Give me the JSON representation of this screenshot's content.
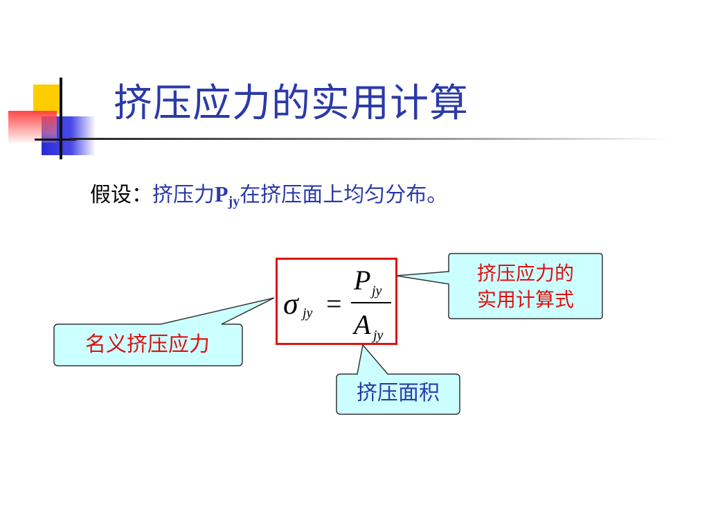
{
  "slide": {
    "title": "挤压应力的实用计算",
    "assumption": {
      "label": "假设：",
      "text_before": "挤压力",
      "symbol": "P",
      "symbol_sub": "jy",
      "text_after": "在挤压面上均匀分布。"
    },
    "formula": {
      "lhs": "σ",
      "lhs_sub": "jy",
      "equals": "=",
      "numerator": "P",
      "numerator_sub": "jy",
      "denominator": "A",
      "denominator_sub": "jy"
    },
    "callouts": {
      "right_line1": "挤压应力的",
      "right_line2": "实用计算式",
      "left": "名义挤压应力",
      "bottom": "挤压面积"
    },
    "colors": {
      "title": "#2b3aa8",
      "formula_border": "#dd1111",
      "callout_fill": "#ccffff",
      "callout_text_red": "#dd1111",
      "callout_text_blue": "#2b3aa8"
    }
  }
}
